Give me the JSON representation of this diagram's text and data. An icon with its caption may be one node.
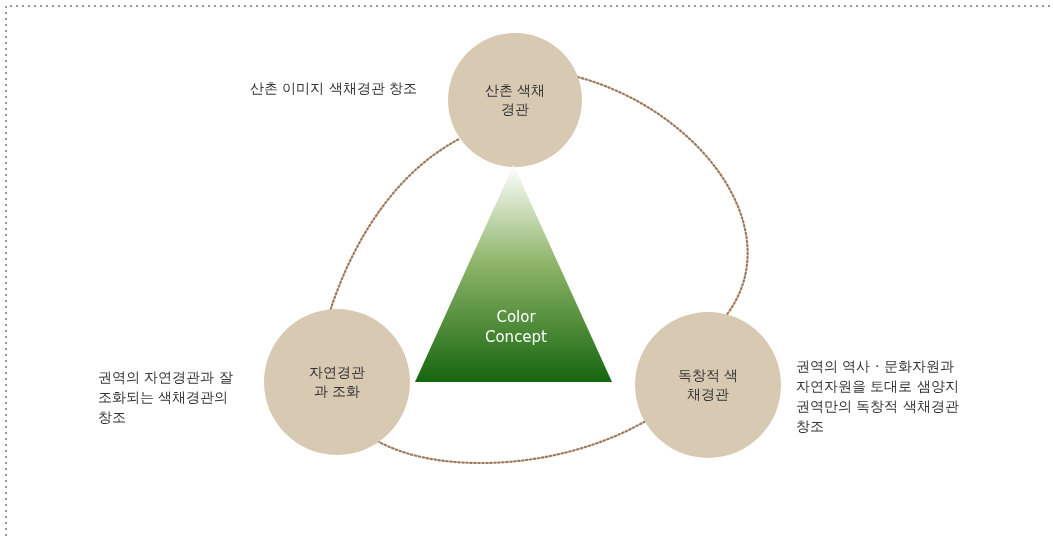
{
  "diagram": {
    "nodes": [
      {
        "text": [
          "산촌 색채경관"
        ],
        "beside": [
          "산촌 이미지 색채경관 창조"
        ]
      },
      {
        "text": [
          "자연경관과 조화"
        ],
        "beside": [
          "권역의 자연경관과 잘 조화되는 색채경관의 창조"
        ]
      },
      {
        "text": [
          "독창적 색채경관"
        ],
        "beside": [
          "권역의 역사 · 문화자원과 자연자원을 토대로 샘양지 권역만의 독창적 색채경관 창조"
        ]
      },
      {
        "text": [
          "Color Concept"
        ]
      }
    ],
    "edges": [
      {
        "from": 0,
        "to": 2,
        "arrow": "none",
        "style": "dashed"
      },
      {
        "from": 2,
        "to": 1,
        "arrow": "none",
        "style": "dashed"
      },
      {
        "from": 1,
        "to": 0,
        "arrow": "none",
        "style": "dashed"
      }
    ]
  }
}
